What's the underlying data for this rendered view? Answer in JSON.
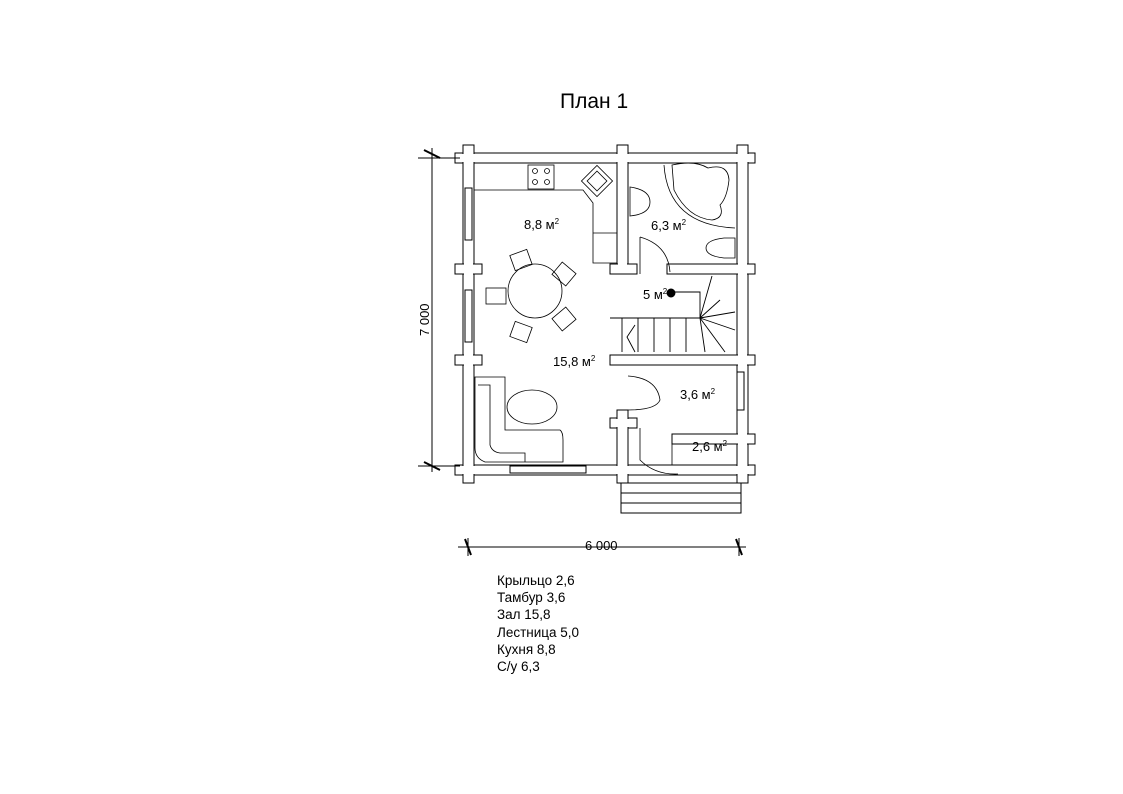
{
  "title": "План 1",
  "dimensions": {
    "height": "7 000",
    "width": "6 000"
  },
  "rooms": [
    {
      "area": "8,8 м",
      "sup": "2"
    },
    {
      "area": "6,3 м",
      "sup": "2"
    },
    {
      "area": "5 м",
      "sup": "2"
    },
    {
      "area": "15,8 м",
      "sup": "2"
    },
    {
      "area": "3,6 м",
      "sup": "2"
    },
    {
      "area": "2,6 м",
      "sup": "2"
    }
  ],
  "legend": [
    "Крыльцо 2,6",
    "Тамбур 3,6",
    "Зал 15,8",
    "Лестница 5,0",
    "Кухня 8,8",
    "С/у 6,3"
  ]
}
